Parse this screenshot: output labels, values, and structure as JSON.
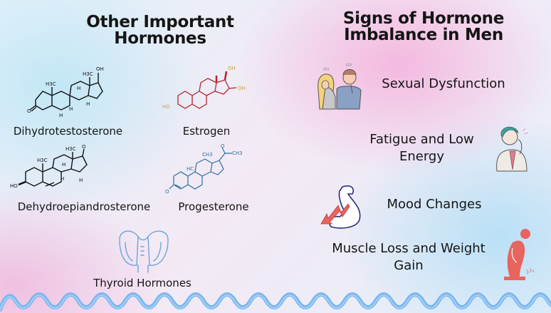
{
  "left_section": {
    "title_line1": "Other Important",
    "title_line2": "Hormones",
    "hormones": [
      {
        "name": "Dihydrotestosterone",
        "icon": "dihydrotestosterone-structure-icon",
        "color": "#111111"
      },
      {
        "name": "Estrogen",
        "icon": "estrogen-structure-icon",
        "color": "#b5252c"
      },
      {
        "name": "Dehydroepiandrosterone",
        "icon": "dhea-structure-icon",
        "color": "#111111"
      },
      {
        "name": "Progesterone",
        "icon": "progesterone-structure-icon",
        "color": "#2a6fa6"
      },
      {
        "name": "Thyroid Hormones",
        "icon": "thyroid-gland-icon",
        "color": "#6aa6dc"
      }
    ],
    "labels": {
      "dht_oh": "OH",
      "dht_h3c_top": "H3C",
      "dht_h3c": "H3C",
      "estrogen_oh1": "OH",
      "estrogen_oh2": "OH",
      "estrogen_ho": "HO",
      "dhea_h3c_top": "H3C",
      "dhea_h3c": "H3C",
      "dhea_ho": "HO",
      "prog_ch3": "CH3",
      "prog_hc": "HC",
      "prog_ch3_2": "CH3"
    }
  },
  "right_section": {
    "title_line1": "Signs of Hormone",
    "title_line2": "Imbalance in Men",
    "signs": [
      {
        "label": "Sexual Dysfunction",
        "icon": "distressed-couple-icon"
      },
      {
        "label_line1": "Fatigue and Low",
        "label_line2": "Energy",
        "icon": "tired-man-icon"
      },
      {
        "label": "Mood Changes",
        "icon": "flexed-arm-down-arrow-icon"
      },
      {
        "label_line1": "Muscle Loss and Weight",
        "label_line2": "Gain",
        "icon": "overweight-scale-icon"
      }
    ]
  },
  "decoration": {
    "wave_color": "#7db8ee",
    "accent_red": "#e8645e"
  }
}
